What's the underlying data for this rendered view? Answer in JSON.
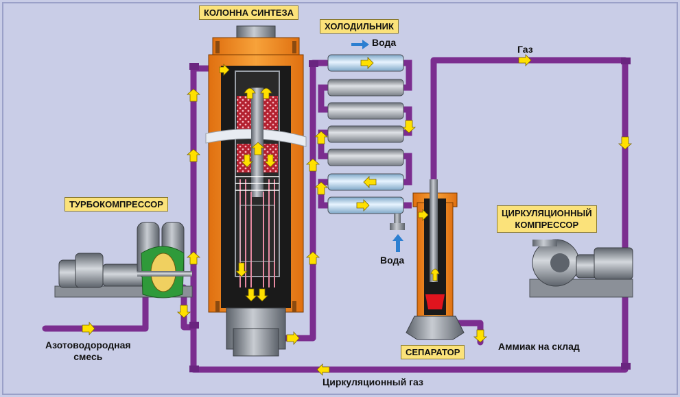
{
  "labels": {
    "synthesis_column": "КОЛОННА СИНТЕЗА",
    "cooler": "ХОЛОДИЛЬНИК",
    "turbocompressor": "ТУРБОКОМПРЕССОР",
    "circulation_compressor_line1": "ЦИРКУЛЯЦИОННЫЙ",
    "circulation_compressor_line2": "КОМПРЕССОР",
    "separator": "СЕПАРАТОР",
    "water_out": "Вода",
    "water_in": "Вода",
    "gas": "Газ",
    "feed_line1": "Азотоводородная",
    "feed_line2": "смесь",
    "ammonia": "Аммиак на склад",
    "circulation_gas": "Циркуляционный газ"
  },
  "colors": {
    "background": "#c9cde7",
    "pipe": "#7b2d8f",
    "vessel": "#f28c1a",
    "steel": "#8b9098",
    "arrow": "#ffe000",
    "catalyst": "#c0283a",
    "water": "#2c7fd1",
    "label_bg": "#fbe27a"
  }
}
